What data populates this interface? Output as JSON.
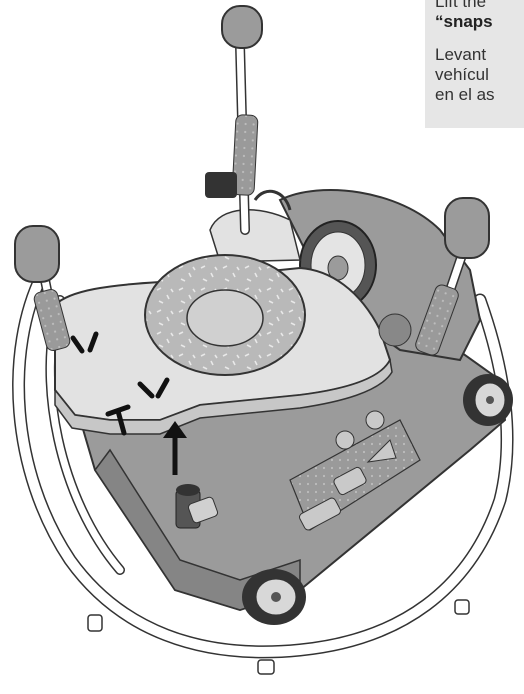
{
  "instruction": {
    "en_line1": "Lift the",
    "en_bold": "“snaps",
    "es_line1": "Levant",
    "es_line2": "vehícul",
    "es_line3": "en el as"
  },
  "colors": {
    "body": "#9b9b9b",
    "body_dark": "#7d7d7d",
    "tray": "#e2e2e2",
    "seat": "#b9b9b9",
    "frame": "#ffffff",
    "outline": "#333333",
    "callout_bg": "#e6e6e6"
  },
  "icons": [
    "toy-knob-icon",
    "arrow-up-icon",
    "snap-mark-icon",
    "steering-wheel-icon",
    "wheel-icon"
  ]
}
